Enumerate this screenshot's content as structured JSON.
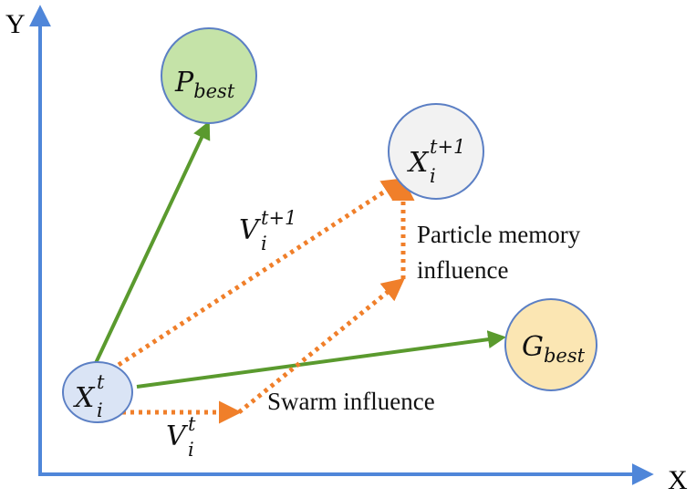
{
  "axes": {
    "x_label": "X",
    "y_label": "Y",
    "color": "#4f86d9"
  },
  "nodes": {
    "current": {
      "main": "X",
      "sub": "i",
      "sup": "t",
      "fill": "#dae4f5"
    },
    "next": {
      "main": "X",
      "sub": "i",
      "sup": "t+1",
      "fill": "#f2f2f2"
    },
    "pbest": {
      "main": "P",
      "sub": "best",
      "fill": "#c5e3a8"
    },
    "gbest": {
      "main": "G",
      "sub": "best",
      "fill": "#fbe6b3"
    }
  },
  "vectors": {
    "velocity_current": {
      "main": "V",
      "sub": "i",
      "sup": "t"
    },
    "velocity_next": {
      "main": "V",
      "sub": "i",
      "sup": "t+1"
    }
  },
  "captions": {
    "memory_line1": "Particle memory",
    "memory_line2": "influence",
    "swarm": "Swarm influence"
  },
  "colors": {
    "green_arrow": "#5a9a2e",
    "orange_arrow": "#f07f2a",
    "node_stroke": "#5b7fc4"
  }
}
